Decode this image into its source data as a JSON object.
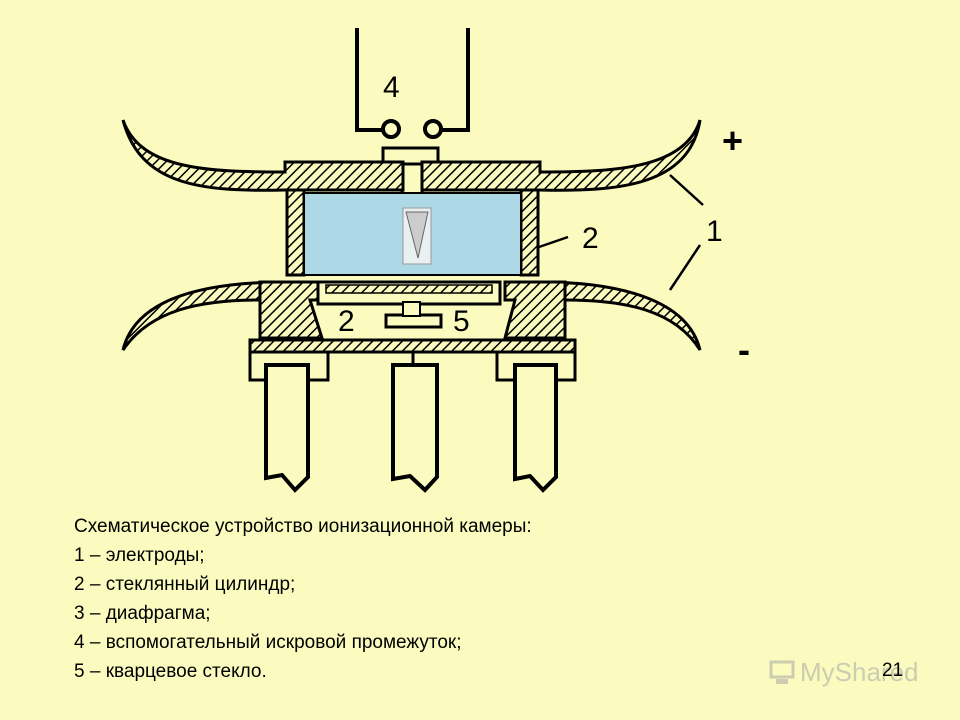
{
  "diagram": {
    "labels": {
      "plus": "+",
      "minus": "-",
      "electrode": "1",
      "cylinder_right": "2",
      "cylinder_bottom": "2",
      "quartz": "5",
      "spark_gap": "4"
    }
  },
  "caption": {
    "title": "Схематическое устройство ионизационной камеры:",
    "items": [
      "1 – электроды;",
      "2 – стеклянный цилиндр;",
      "3 – диафрагма;",
      "4 – вспомогательный искровой промежуток;",
      "5 – кварцевое стекло."
    ]
  },
  "page_number": "21",
  "watermark": "MyShared",
  "colors": {
    "background": "#fbfbbf",
    "chamber_fill": "#add8e6",
    "hatch": "#000000"
  }
}
